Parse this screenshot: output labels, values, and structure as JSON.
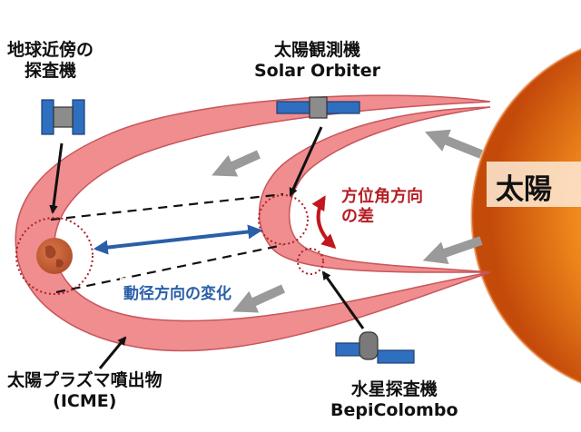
{
  "labels": {
    "near_earth_probe": [
      "地球近傍の",
      "探査機"
    ],
    "solar_orbiter": [
      "太陽観測機",
      "Solar Orbiter"
    ],
    "sun": "太陽",
    "azimuth_difference": [
      "方位角方向",
      "の差"
    ],
    "radial_change": "動径方向の変化",
    "cme": [
      "太陽プラズマ噴出物",
      "(ICME)"
    ],
    "bepicolombo": [
      "水星探査機",
      "BepiColombo"
    ]
  },
  "colors": {
    "cme_fill": "#ef8d8f",
    "cme_edge": "#c8555a",
    "sun_core": "#f08a1c",
    "sun_edge": "#c44a0a",
    "arrow_gray": "#9a9a9a",
    "radial_arrow": "#2a5fa8",
    "azimuth_arrow": "#c0181e",
    "panel_blue": "#2f6fc0"
  },
  "icons": [
    "satellite-icon",
    "earth-icon",
    "sun-icon"
  ]
}
